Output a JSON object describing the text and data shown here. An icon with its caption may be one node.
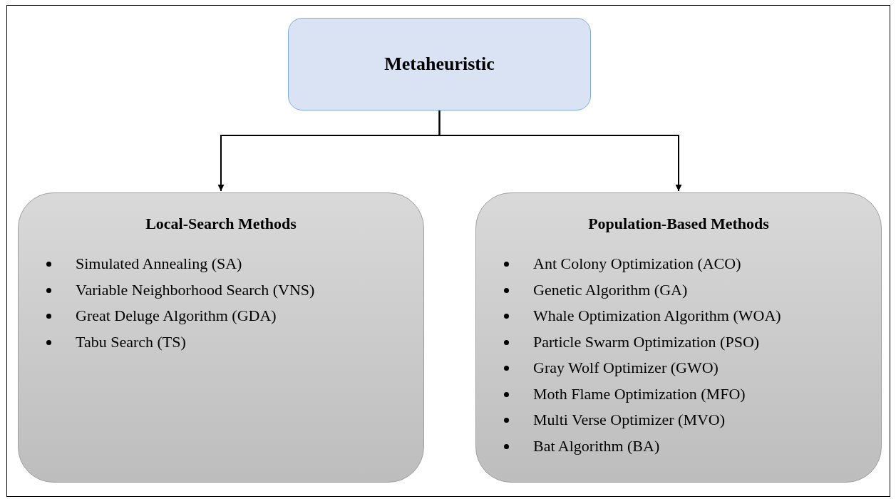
{
  "diagram": {
    "nodes": [
      {
        "text": [
          "Metaheuristic"
        ]
      },
      {
        "text": [
          "Local-Search Methods",
          "Simulated Annealing (SA)",
          "Variable Neighborhood Search (VNS)",
          "Great Deluge Algorithm (GDA)",
          "Tabu Search (TS)"
        ]
      },
      {
        "text": [
          "Population-Based Methods",
          "Ant Colony Optimization (ACO)",
          "Genetic Algorithm (GA)",
          "Whale Optimization Algorithm (WOA)",
          "Particle Swarm Optimization (PSO)",
          "Gray Wolf Optimizer (GWO)",
          "Moth Flame Optimization (MFO)",
          "Multi Verse Optimizer (MVO)",
          "Bat Algorithm (BA)"
        ]
      }
    ],
    "edges": [
      {
        "from": 0,
        "to": 1,
        "arrow": "to"
      },
      {
        "from": 0,
        "to": 2,
        "arrow": "to"
      }
    ]
  }
}
